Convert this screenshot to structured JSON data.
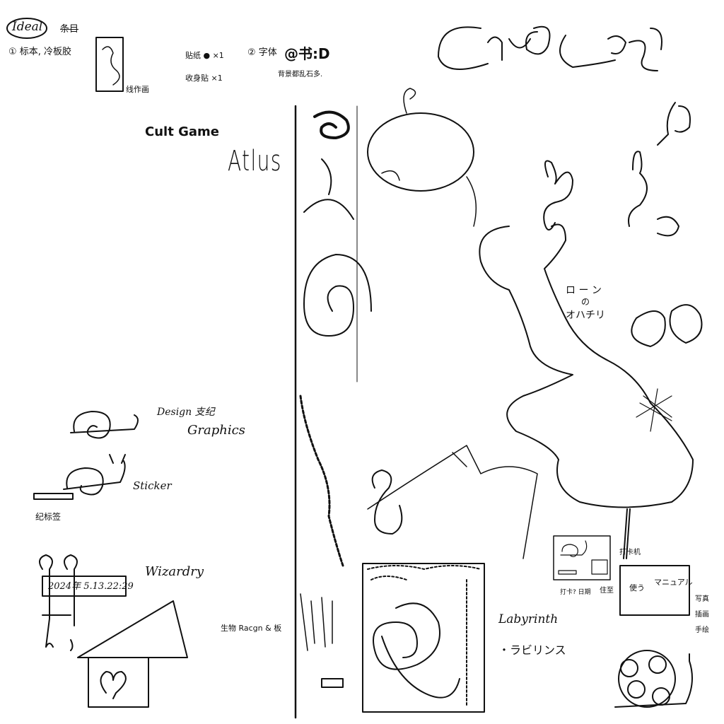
{
  "notes": {
    "ideal": "Ideal",
    "ideal_struck": "条目",
    "item1": "① 标本, 冷板胶",
    "line_drawing": "线作画",
    "sticker_count": "贴纸 ● ×1",
    "body_sticker_count": "收身贴 ×1",
    "item2": "② 字体",
    "font_sample": "@书:D",
    "background_note": "背景都乱石多.",
    "cult_game": "Cult Game",
    "atlus": "Atlus",
    "design_graphics_1": "Design 支纪",
    "design_graphics_2": "Graphics",
    "sticker": "Sticker",
    "label_note": "纪标签",
    "date": "2024年 5.13.22:29",
    "signature": "Wizardry",
    "creature_note": "生物 Racgn & 板",
    "rone_1": "ロ ー ン",
    "rone_2": "の",
    "rone_3": "オハチリ",
    "punch_machine": "打卡机",
    "punch_date": "打卡? 日期",
    "sticker_area": "住至",
    "manual_use": "使う",
    "manual": "マニュアル",
    "bullets": [
      "写真",
      "插画",
      "手绘"
    ],
    "labyrinth_en": "Labyrinth",
    "labyrinth_ja": "・ラビリンス"
  },
  "logo": {
    "text": "ChaoS Face"
  }
}
